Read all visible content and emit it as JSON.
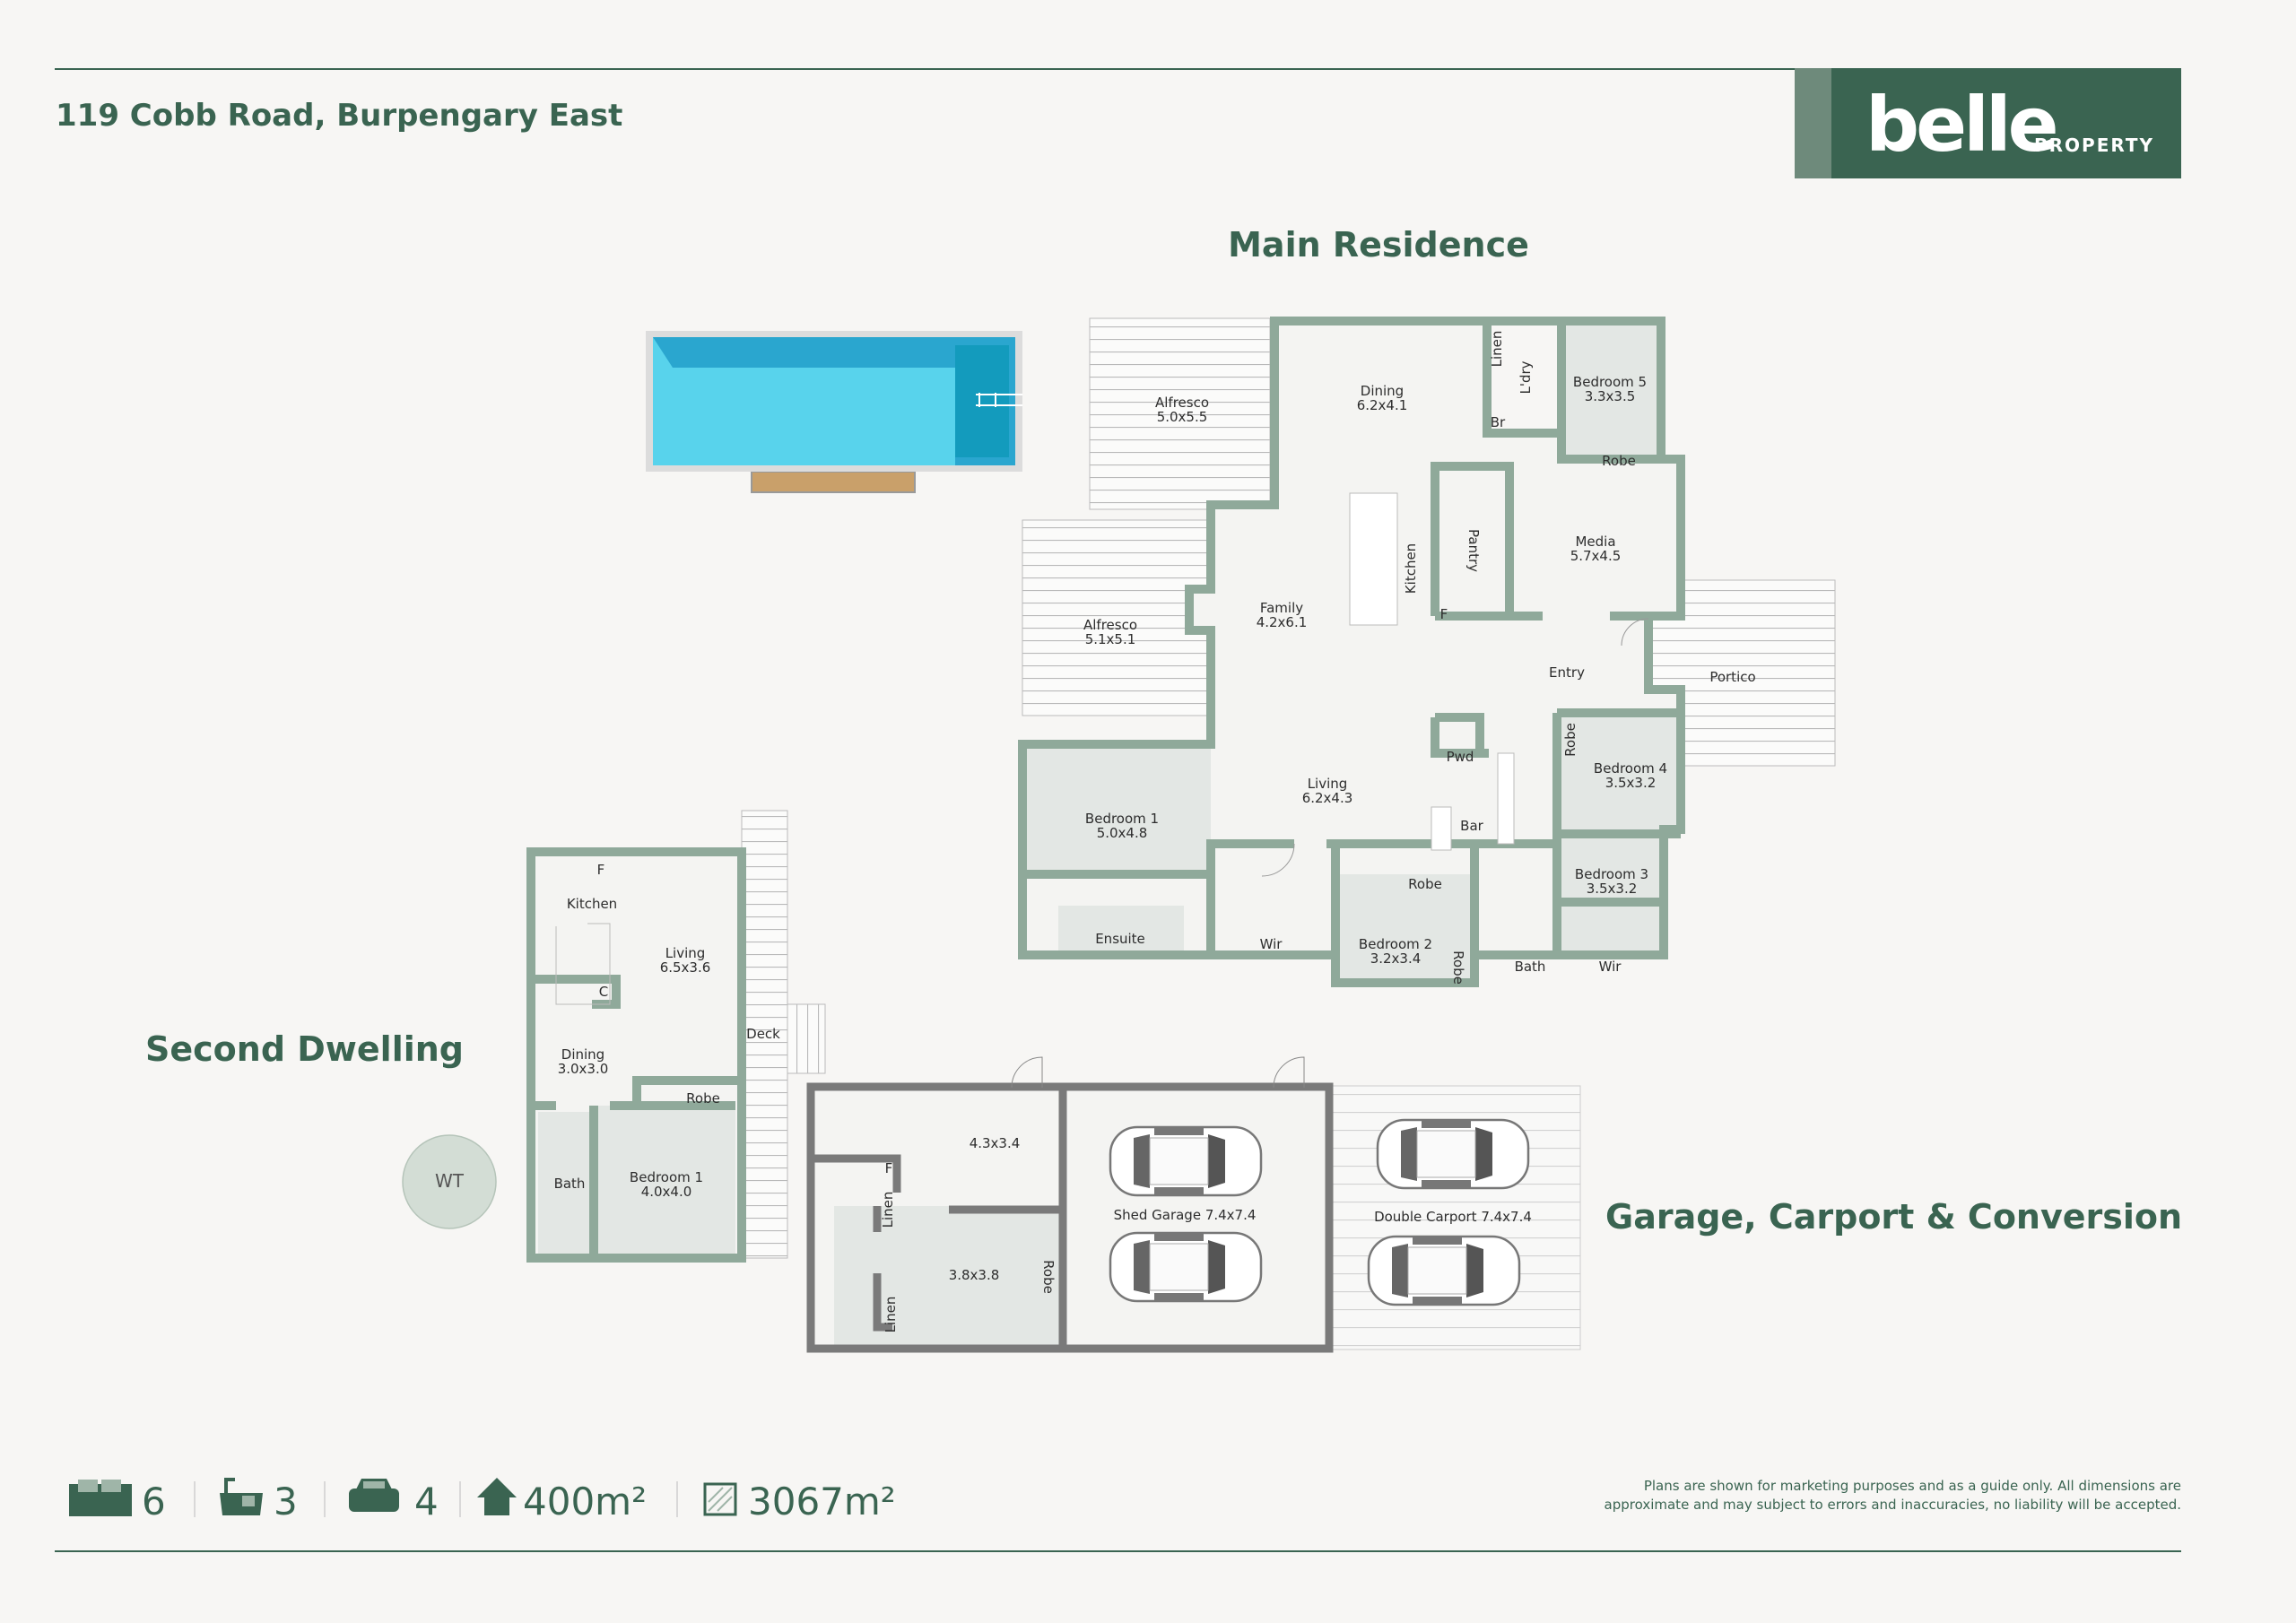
{
  "header": {
    "title": "119 Cobb Road, Burpengary East"
  },
  "logo": {
    "brand": "belle",
    "sub": "PROPERTY"
  },
  "colors": {
    "brand": "#3a6451",
    "wall": "#8fa99a",
    "pool": "#58d3ec",
    "room_shade": "#e3e7e4"
  },
  "main_residence": {
    "title": "Main Residence",
    "rooms": [
      {
        "name": "Alfresco",
        "dims": "5.0x5.5"
      },
      {
        "name": "Dining",
        "dims": "6.2x4.1"
      },
      {
        "name": "Bedroom 5",
        "dims": "3.3x3.5"
      },
      {
        "name": "Media",
        "dims": "5.7x4.5"
      },
      {
        "name": "Family",
        "dims": "4.2x6.1"
      },
      {
        "name": "Alfresco",
        "dims": "5.1x5.1"
      },
      {
        "name": "Living",
        "dims": "6.2x4.3"
      },
      {
        "name": "Bedroom 4",
        "dims": "3.5x3.2"
      },
      {
        "name": "Bedroom 1",
        "dims": "5.0x4.8"
      },
      {
        "name": "Bedroom 3",
        "dims": "3.5x3.2"
      },
      {
        "name": "Bedroom 2",
        "dims": "3.2x3.4"
      }
    ],
    "labels": {
      "linen": "Linen",
      "laundry": "L'dry",
      "br": "Br",
      "robe5": "Robe",
      "kitchen": "Kitchen",
      "pantry": "Pantry",
      "fridge": "F",
      "entry": "Entry",
      "portico": "Portico",
      "pwd": "Pwd",
      "robe4": "Robe",
      "bar": "Bar",
      "robe2a": "Robe",
      "robe2b": "Robe",
      "ensuite": "Ensuite",
      "wir1": "Wir",
      "bath": "Bath",
      "wir3": "Wir"
    }
  },
  "second_dwelling": {
    "title": "Second Dwelling",
    "labels": {
      "fridge": "F",
      "kitchen": "Kitchen",
      "living": "Living",
      "living_dims": "6.5x3.6",
      "cupboard": "C",
      "deck": "Deck",
      "dining": "Dining",
      "dining_dims": "3.0x3.0",
      "robe": "Robe",
      "bath": "Bath",
      "bedroom": "Bedroom 1",
      "bedroom_dims": "4.0x4.0",
      "water_tank": "WT"
    }
  },
  "garage": {
    "title": "Garage, Carport & Conversion",
    "labels": {
      "room_a": "4.3x3.4",
      "fridge": "F",
      "linen1": "Linen",
      "room_b": "3.8x3.8",
      "robe": "Robe",
      "linen2": "Linen",
      "shed": "Shed Garage 7.4x7.4",
      "carport": "Double Carport 7.4x7.4"
    }
  },
  "stats": {
    "beds": "6",
    "baths": "3",
    "cars": "4",
    "house_area": "400m²",
    "land_area": "3067m²"
  },
  "disclaimer": {
    "line1": "Plans are shown for marketing purposes and as a guide only. All dimensions are",
    "line2": "approximate and may subject to errors and inaccuracies, no liability will be accepted."
  }
}
